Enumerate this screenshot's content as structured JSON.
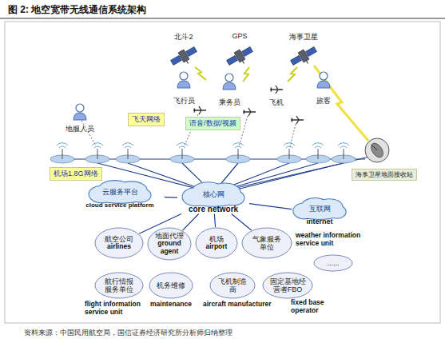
{
  "diagram": {
    "title": "图 2: 地空宽带无线通信系统架构",
    "caption": "资料来源：中国民用航空局，国信证券经济研究所分析师归纳整理",
    "nodes": [
      {
        "text": [
          "飞天网络"
        ]
      },
      {
        "text": [
          "语音/数据/视频"
        ]
      },
      {
        "text": [
          "机场1.8G网络"
        ]
      },
      {
        "text": [
          "海事卫星地面接收站"
        ]
      },
      {
        "text": [
          "云服务平台",
          "cloud service platform"
        ]
      },
      {
        "text": [
          "核心网",
          "core network"
        ]
      },
      {
        "text": [
          "互联网",
          "internet"
        ]
      },
      {
        "text": [
          "航空公司",
          "airlines"
        ]
      },
      {
        "text": [
          "地面代理",
          "ground agent"
        ]
      },
      {
        "text": [
          "机场",
          "airport"
        ]
      },
      {
        "text": [
          "气象服务单位",
          "weather information service unit"
        ]
      },
      {
        "text": [
          "......"
        ]
      },
      {
        "text": [
          "航行情报服务单位",
          "flight information service unit"
        ]
      },
      {
        "text": [
          "机务维修",
          "maintenance"
        ]
      },
      {
        "text": [
          "飞机制造商",
          "aircraft manufacturer"
        ]
      },
      {
        "text": [
          "固定基地经营者FBO",
          "fixed base operator"
        ]
      }
    ],
    "edges": [
      {
        "from": 5,
        "to": 4,
        "arrow": "none"
      },
      {
        "from": 5,
        "to": 6,
        "arrow": "none"
      },
      {
        "from": 5,
        "to": 7,
        "arrow": "none"
      },
      {
        "from": 5,
        "to": 8,
        "arrow": "none"
      },
      {
        "from": 5,
        "to": 9,
        "arrow": "none"
      },
      {
        "from": 5,
        "to": 10,
        "arrow": "none"
      }
    ],
    "labels": [
      "北斗2",
      "GPS",
      "海事卫星",
      "飞行员",
      "乘务员",
      "飞机",
      "旅客",
      "地服人员"
    ]
  }
}
